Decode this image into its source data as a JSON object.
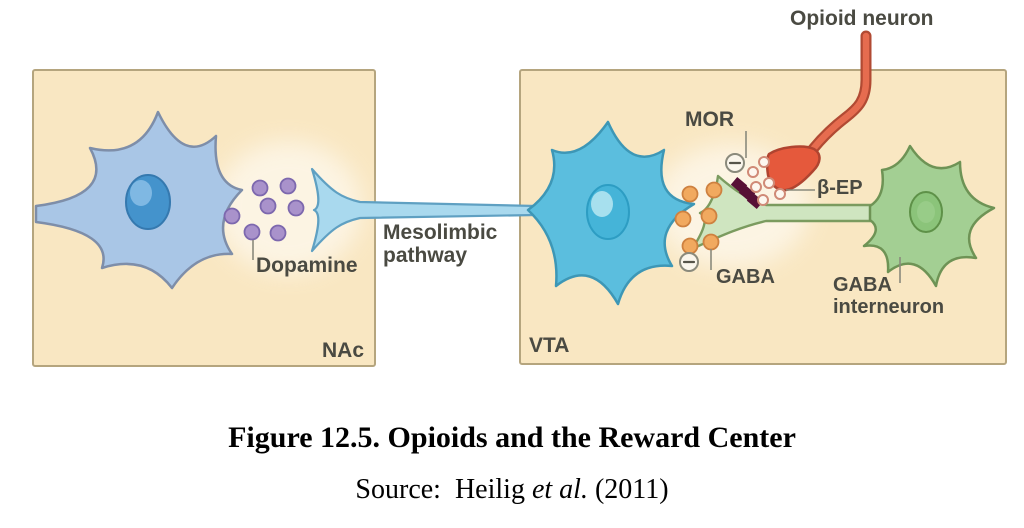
{
  "figure": {
    "region_labels": {
      "nac": "NAc",
      "vta": "VTA"
    },
    "annotations": {
      "opioid_neuron": "Opioid neuron",
      "mor": "MOR",
      "beta_ep": "β-EP",
      "gaba": "GABA",
      "gaba_interneuron_line1": "GABA",
      "gaba_interneuron_line2": "interneuron",
      "dopamine": "Dopamine",
      "mesolimbic_line1": "Mesolimbic",
      "mesolimbic_line2": "pathway"
    },
    "colors": {
      "panel_fill": "#F9E7C2",
      "panel_border": "#B5A57E",
      "nac_neuron_fill": "#A9C6E6",
      "nac_neuron_stroke": "#7E8EA9",
      "nac_nucleus_fill": "#4493CC",
      "dopamine_dot_fill": "#A992CB",
      "dopamine_dot_stroke": "#7D68AE",
      "axon_fill": "#A9D9EE",
      "axon_stroke": "#5FA0C2",
      "vta_neuron_fill": "#5BBEDE",
      "vta_neuron_stroke": "#3D97B6",
      "vta_nucleus_fill": "#45B4D8",
      "gaba_dot_fill": "#F1A95F",
      "gaba_dot_stroke": "#CE8140",
      "terminal_green_fill": "#CFE5C0",
      "terminal_green_stroke": "#7B9B5F",
      "interneuron_fill": "#A3CF93",
      "interneuron_stroke": "#6E9355",
      "interneuron_nucleus_fill": "#8BC47A",
      "mor_receptor_fill": "#571036",
      "opioid_fill": "#E5593C",
      "opioid_stroke": "#B04430",
      "bep_fill": "#FDF7EF",
      "bep_stroke": "#D08A77",
      "label_color": "#4A4A42"
    }
  },
  "caption": {
    "title": "Figure 12.5. Opioids and the Reward Center"
  },
  "source": {
    "prefix": "Source:  Heilig ",
    "italic": "et al.",
    "suffix": " (2011)"
  }
}
